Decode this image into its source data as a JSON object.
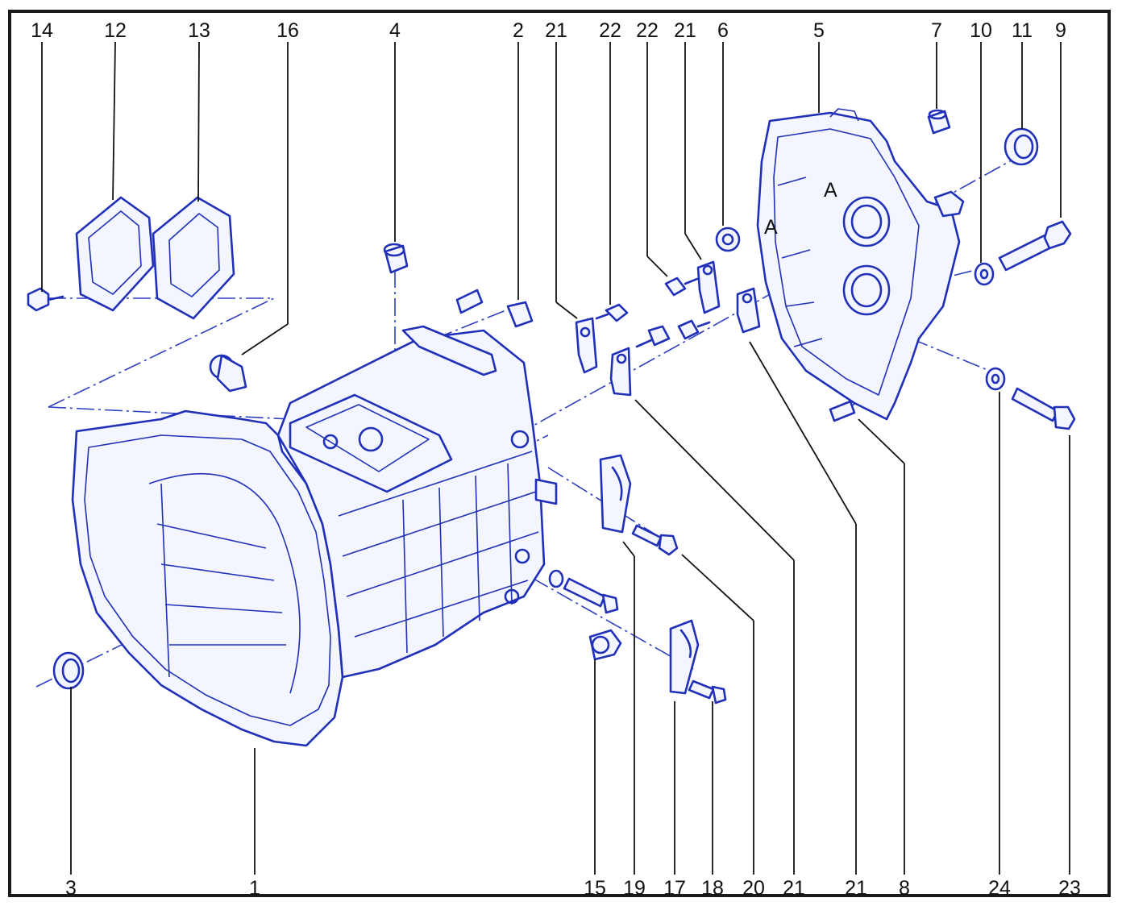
{
  "diagram": {
    "callouts_top": [
      "14",
      "12",
      "13",
      "16",
      "4",
      "2",
      "21",
      "22",
      "22",
      "21",
      "6",
      "5",
      "7",
      "10",
      "11",
      "9"
    ],
    "callouts_bottom": [
      "3",
      "1",
      "15",
      "19",
      "17",
      "18",
      "20",
      "21",
      "21",
      "8",
      "24",
      "23"
    ],
    "inset_marks": [
      "A",
      "A"
    ]
  },
  "colors": {
    "ink": "#2030b8",
    "frame": "#1a1a1a",
    "label": "#111111"
  }
}
